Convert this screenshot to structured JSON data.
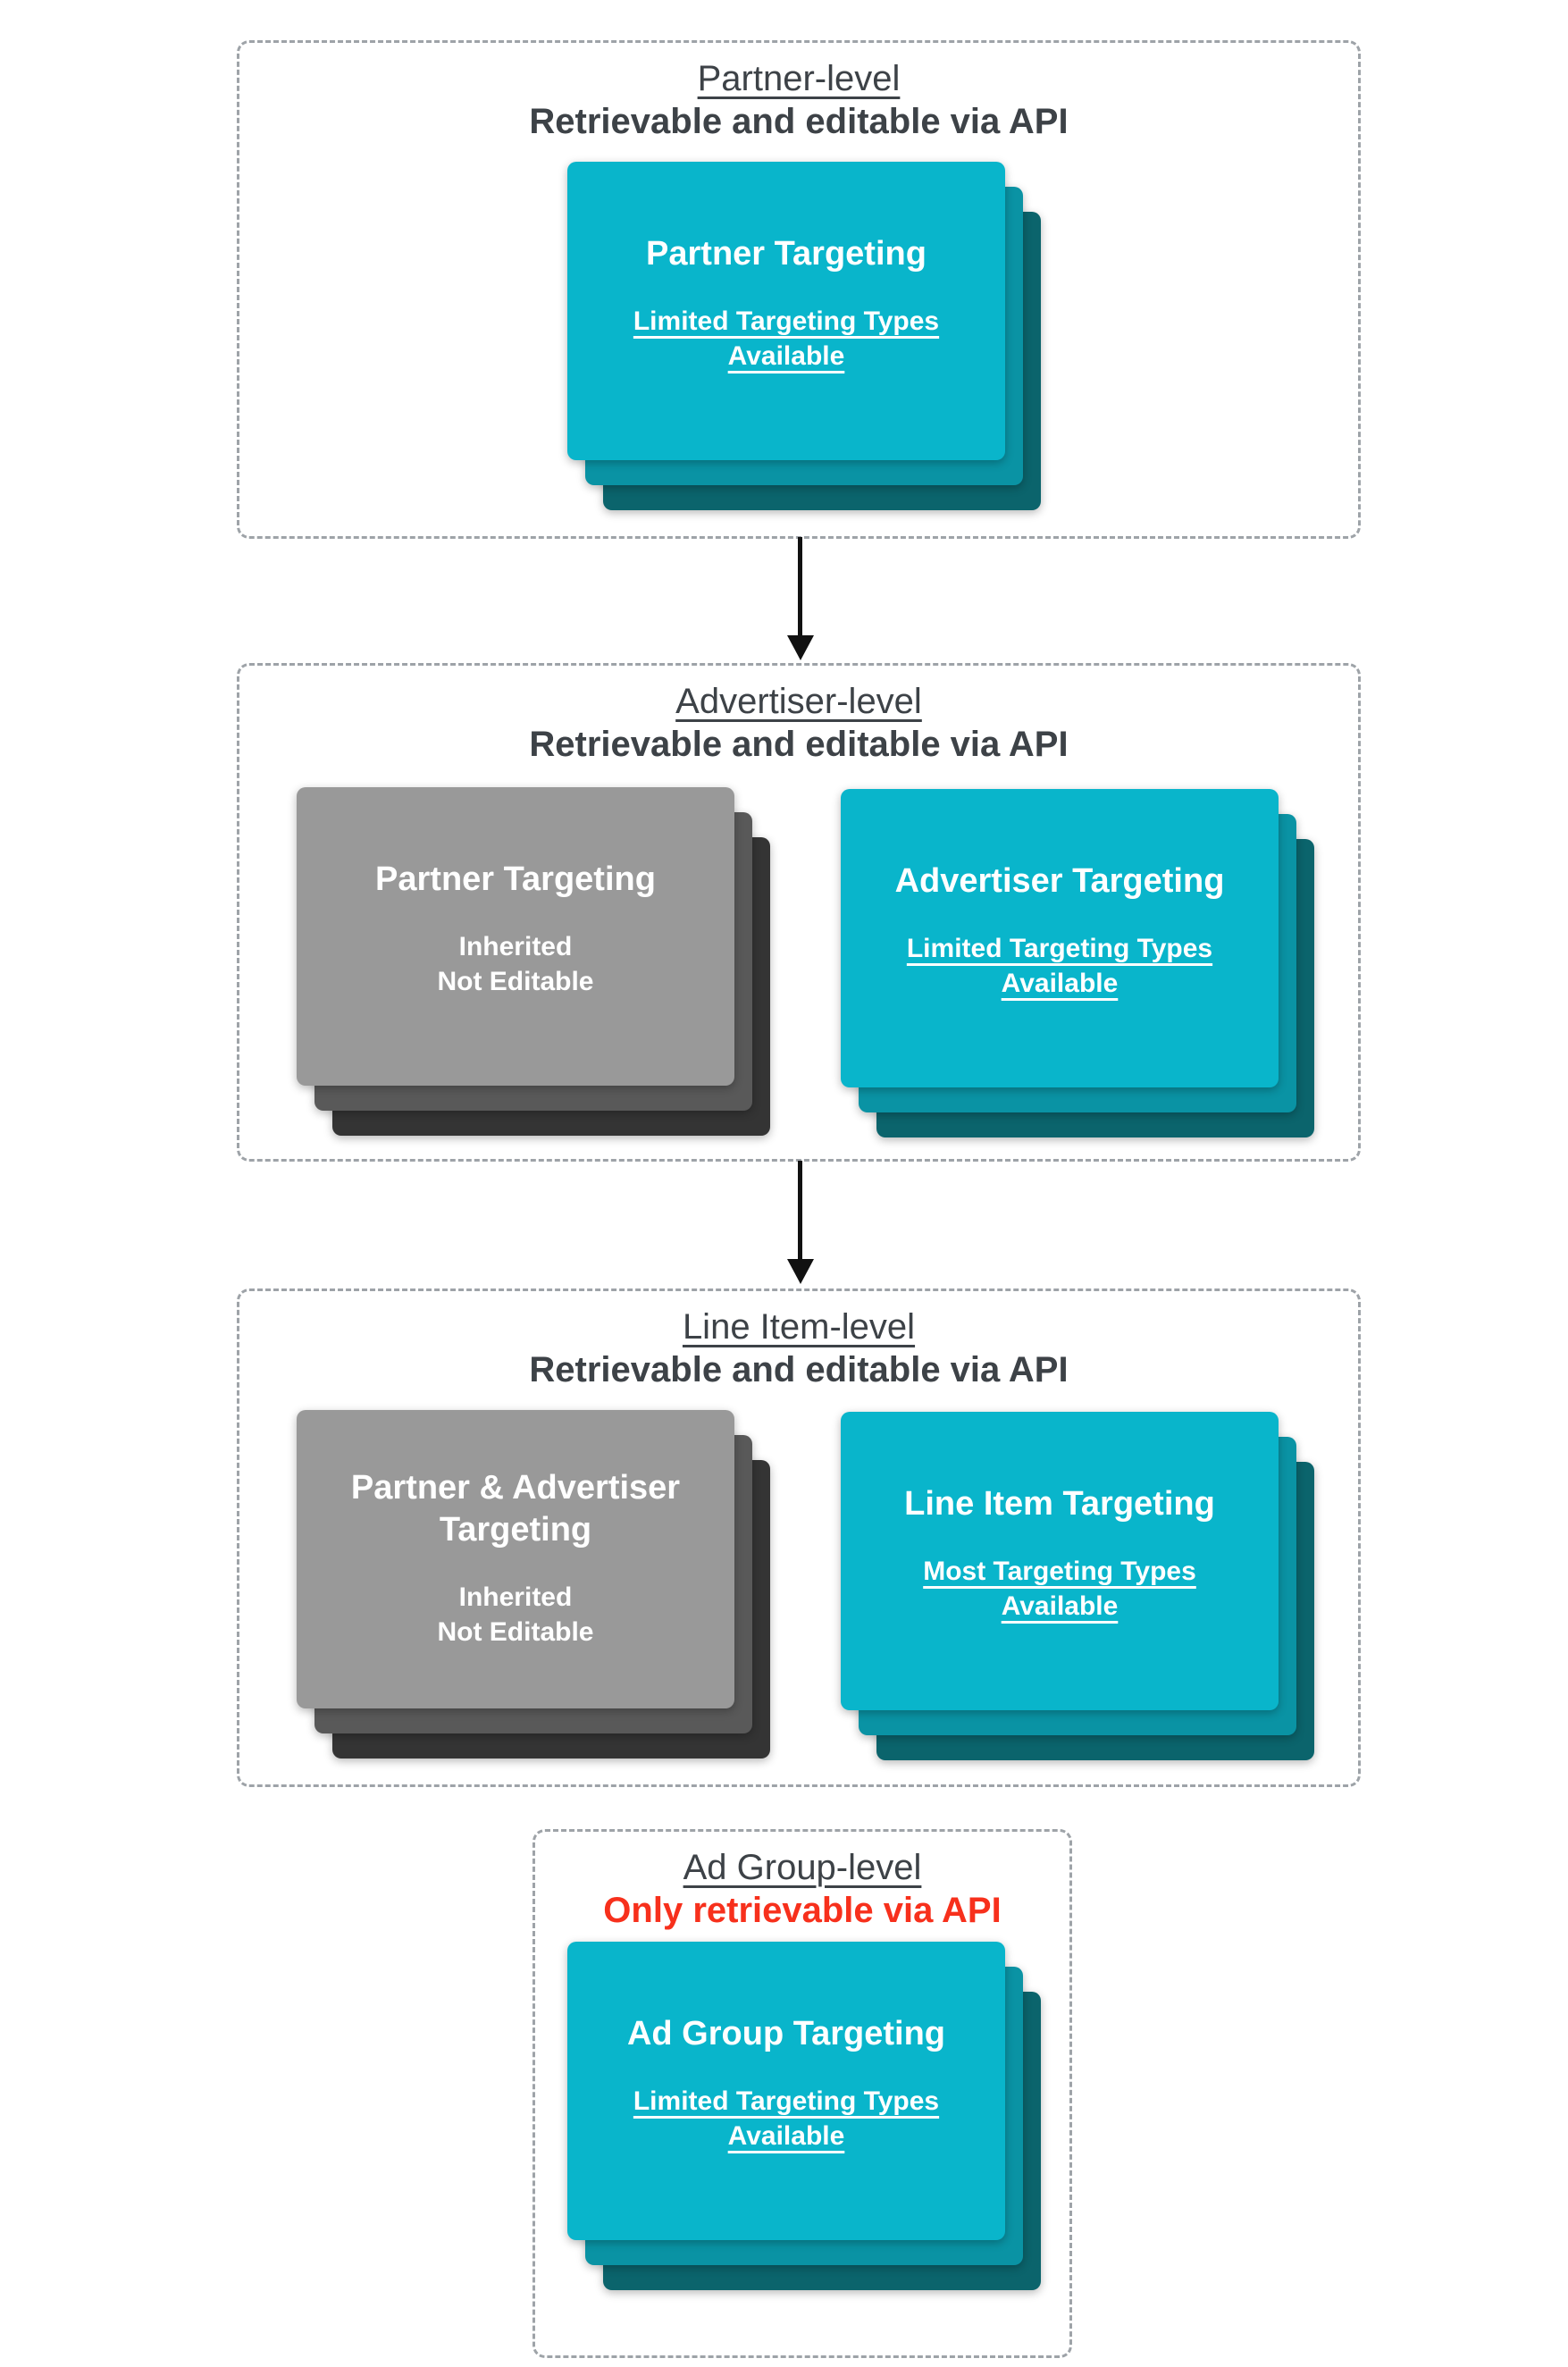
{
  "colors": {
    "teal-front": "#09B5CB",
    "teal-mid": "#0A93A4",
    "teal-back": "#0B646C",
    "gray-front": "#999999",
    "gray-mid": "#595959",
    "gray-back": "#343434",
    "heading": "#3D4247",
    "red": "#F7301C",
    "border": "#9EA3A8",
    "arrow": "#111111"
  },
  "sections": [
    {
      "title": "Partner-level",
      "subtitle": "Retrievable and editable via API",
      "cards": [
        {
          "variant": "teal",
          "title_lines": [
            "Partner Targeting"
          ],
          "body_lines": [
            "Limited Targeting Types",
            "Available"
          ]
        }
      ]
    },
    {
      "title": "Advertiser-level",
      "subtitle": "Retrievable and editable via API",
      "cards": [
        {
          "variant": "gray",
          "title_lines": [
            "Partner Targeting"
          ],
          "body_lines": [
            "Inherited",
            "Not Editable"
          ]
        },
        {
          "variant": "teal",
          "title_lines": [
            "Advertiser Targeting"
          ],
          "body_lines": [
            "Limited Targeting Types",
            "Available"
          ]
        }
      ]
    },
    {
      "title": "Line Item-level",
      "subtitle": "Retrievable and editable via API",
      "cards": [
        {
          "variant": "gray",
          "title_lines": [
            "Partner & Advertiser",
            "Targeting"
          ],
          "body_lines": [
            "Inherited",
            "Not Editable"
          ]
        },
        {
          "variant": "teal",
          "title_lines": [
            "Line Item Targeting"
          ],
          "body_lines": [
            "Most Targeting Types",
            "Available"
          ]
        }
      ]
    },
    {
      "title": "Ad Group-level",
      "subtitle": "Only retrievable via API",
      "cards": [
        {
          "variant": "teal",
          "title_lines": [
            "Ad Group Targeting"
          ],
          "body_lines": [
            "Limited Targeting Types",
            "Available"
          ]
        }
      ]
    }
  ]
}
